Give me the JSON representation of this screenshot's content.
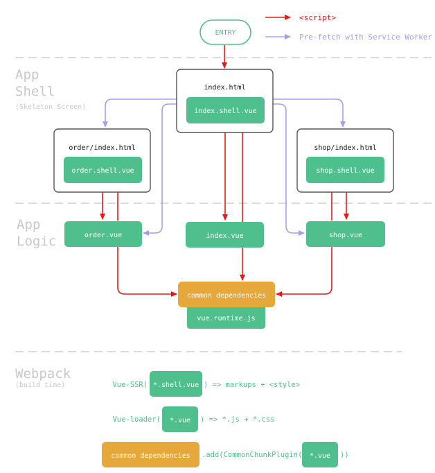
{
  "legend": {
    "script_label": "<script>",
    "prefetch_label": "Pre-fetch with Service Worker"
  },
  "sections": {
    "app_shell_line1": "App",
    "app_shell_line2": "Shell",
    "app_shell_sub": "(Skeleton Screen)",
    "app_logic_line1": "App",
    "app_logic_line2": "Logic",
    "webpack_title": "Webpack",
    "webpack_sub": "(build time)"
  },
  "nodes": {
    "entry": "ENTRY",
    "index_html": "index.html",
    "index_shell_vue": "index.shell.vue",
    "order_html": "order/index.html",
    "order_shell_vue": "order.shell.vue",
    "shop_html": "shop/index.html",
    "shop_shell_vue": "shop.shell.vue",
    "order_vue": "order.vue",
    "index_vue": "index.vue",
    "shop_vue": "shop.vue",
    "common_deps": "common dependencies",
    "vue_runtime": "vue.runtime.js"
  },
  "webpack": {
    "ssr_prefix": "Vue-SSR(",
    "ssr_box": "*.shell.vue",
    "ssr_suffix": ") => markups + <style>",
    "loader_prefix": "Vue-loader(",
    "loader_box": "*.vue",
    "loader_suffix": ") => *.js + *.css",
    "common_box": "common dependencies",
    "chunk_prefix": ".add(CommonChunkPlugin(",
    "chunk_box": "*.vue",
    "chunk_suffix": "))"
  },
  "colors": {
    "red": "#e8191b",
    "purple": "#a39ff0",
    "green": "#4fc08d",
    "orange": "#e7a83b",
    "gray_text": "#c8c8c8",
    "dash": "#cfcfcf",
    "box_border": "#555555"
  }
}
